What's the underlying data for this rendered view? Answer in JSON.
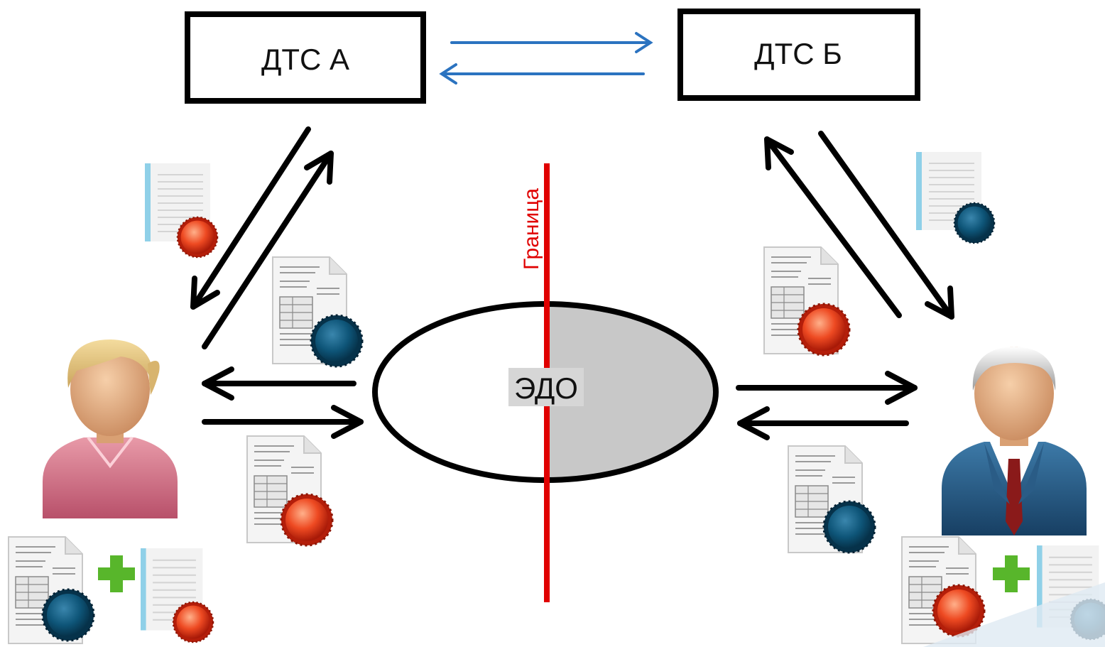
{
  "nodes": {
    "dts_a": {
      "label": "ДТС А"
    },
    "dts_b": {
      "label": "ДТС Б"
    },
    "edo": {
      "label": "ЭДО"
    }
  },
  "border": {
    "label": "Граница",
    "color": "#e00000"
  },
  "colors": {
    "arrow": "#000000",
    "link_arrow": "#2b73c0",
    "seal_red": "#e8421c",
    "seal_blue": "#0e5578",
    "plus": "#58b62b",
    "edo_right_fill": "#c8c8c8"
  },
  "actors": [
    {
      "icon": "woman-user-icon"
    },
    {
      "icon": "man-user-icon"
    }
  ]
}
